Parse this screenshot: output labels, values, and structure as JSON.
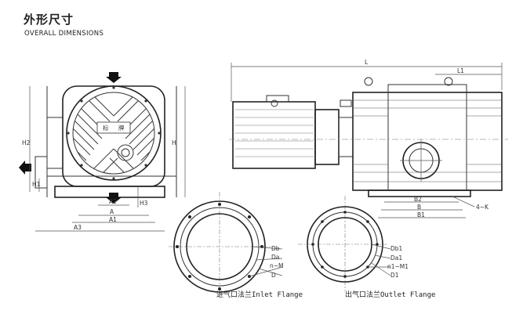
{
  "header": {
    "title_cn": "外形尺寸",
    "title_en": "OVERALL DIMENSIONS"
  },
  "nameplate": {
    "left": "标",
    "right": "牌"
  },
  "side_view_labels": {
    "A": "A",
    "A1": "A1",
    "A2": "A2",
    "A3": "A3",
    "H": "H",
    "H1": "H1",
    "H2": "H2",
    "H3": "H3"
  },
  "front_view_labels": {
    "L": "L",
    "L1": "L1",
    "B": "B",
    "B1": "B1",
    "B2": "B2",
    "K": "4−K"
  },
  "inlet_flange": {
    "caption": "进气口法兰Inlet Flange",
    "labels": {
      "Db": "Db",
      "Da": "Da",
      "nM": "n−M",
      "D": "D"
    }
  },
  "outlet_flange": {
    "caption": "出气口法兰Outlet Flange",
    "labels": {
      "Db1": "Db1",
      "Da1": "Da1",
      "n1M1": "n1−M1",
      "D1": "D1"
    }
  }
}
